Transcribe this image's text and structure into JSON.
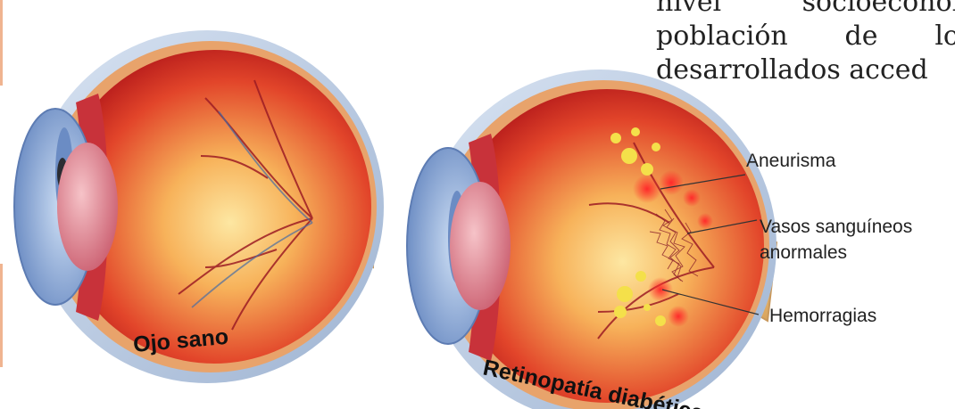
{
  "paragraph": {
    "line1": "nivel socioeconóm",
    "line2_words": [
      "población",
      "de",
      "lo"
    ],
    "line3": "desarrollados acced"
  },
  "callouts": {
    "aneurysm": "Aneurisma",
    "vessels_line1": "Vasos sanguíneos",
    "vessels_line2": "anormales",
    "hemorrhages": "Hemorragias"
  },
  "captions": {
    "healthy": "Ojo sano",
    "diabetic": "Retinopatía diabética"
  },
  "colors": {
    "accent_rule": "#f0b490",
    "eye_red": "#d8241c",
    "exudate_yellow": "#f4e04a"
  }
}
